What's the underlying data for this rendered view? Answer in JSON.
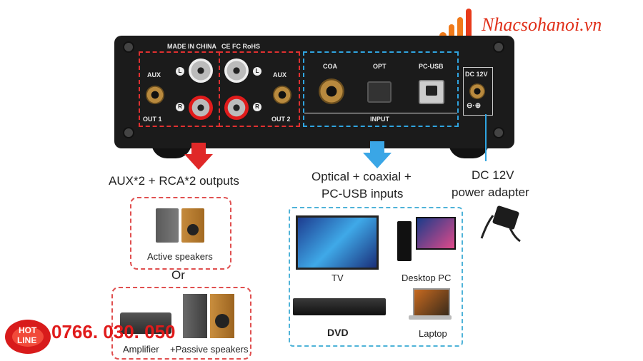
{
  "device": {
    "made_in": "MADE IN CHINA",
    "certs": "CE FC RoHS",
    "aux": "AUX",
    "l": "L",
    "r": "R",
    "out1": "OUT 1",
    "out2": "OUT 2",
    "coa": "COA",
    "opt": "OPT",
    "pcusb": "PC-USB",
    "input": "INPUT",
    "dc": "DC 12V"
  },
  "captions": {
    "outputs": "AUX*2 + RCA*2 outputs",
    "inputs_1": "Optical + coaxial +",
    "inputs_2": "PC-USB inputs",
    "dc_1": "DC 12V",
    "dc_2": "power adapter"
  },
  "output_devices": {
    "active": "Active speakers",
    "or": "Or",
    "amplifier": "Amplifier",
    "passive": "+Passive speakers"
  },
  "input_devices": {
    "tv": "TV",
    "desktop": "Desktop PC",
    "dvd": "DVD",
    "laptop": "Laptop"
  },
  "brand": {
    "name": "Nhacsohanoi.vn",
    "hotline_1": "HOT",
    "hotline_2": "LINE",
    "phone": "0766. 030. 050"
  },
  "colors": {
    "red": "#e03030",
    "blue": "#2fa4e0",
    "brand_orange": "#f07a1a"
  }
}
